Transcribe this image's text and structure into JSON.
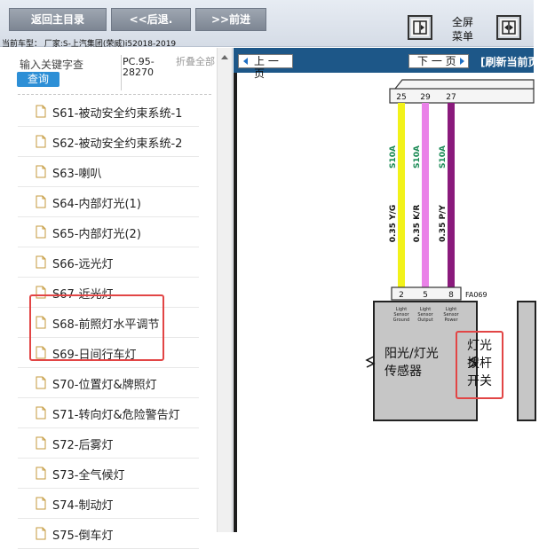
{
  "toolbar": {
    "back_main": "返回主目录",
    "back": "<<后退.",
    "forward": ">>前进",
    "fullscreen_line1": "全屏",
    "fullscreen_line2": "菜单"
  },
  "model_label": "当前车型： 厂家:S-上汽集团(荣威)i52018-2019",
  "search": {
    "label": "输入关键字查",
    "button": "查询",
    "code": "PC.95-28270",
    "collapse": "折叠全部"
  },
  "tree": [
    {
      "label": "S61-被动安全约束系统-1"
    },
    {
      "label": "S62-被动安全约束系统-2"
    },
    {
      "label": "S63-喇叭"
    },
    {
      "label": "S64-内部灯光(1)"
    },
    {
      "label": "S65-内部灯光(2)"
    },
    {
      "label": "S66-远光灯"
    },
    {
      "label": "S67-近光灯"
    },
    {
      "label": "S68-前照灯水平调节"
    },
    {
      "label": "S69-日间行车灯"
    },
    {
      "label": "S70-位置灯&牌照灯"
    },
    {
      "label": "S71-转向灯&危险警告灯"
    },
    {
      "label": "S72-后雾灯"
    },
    {
      "label": "S73-全气候灯"
    },
    {
      "label": "S74-制动灯"
    },
    {
      "label": "S75-倒车灯"
    }
  ],
  "viewer": {
    "prev": "上 一 页",
    "next": "下 一 页",
    "refresh": "[刷新当前页"
  },
  "diagram": {
    "top_pins": [
      "25",
      "29",
      "27"
    ],
    "wires": [
      {
        "label": "0.35 Y/G",
        "circuit": "S10A",
        "color": "#f2f21a"
      },
      {
        "label": "0.35 K/R",
        "circuit": "S10A",
        "color": "#ea82e8"
      },
      {
        "label": "0.35 P/Y",
        "circuit": "S10A",
        "color": "#8a1a7c"
      }
    ],
    "connector": "FA069",
    "bottom_pins": [
      "2",
      "5",
      "8"
    ],
    "pin_descs": [
      [
        "Light",
        "Sensor",
        "Ground"
      ],
      [
        "Light",
        "Sensor",
        "Output"
      ],
      [
        "Light",
        "Sensor",
        "Power"
      ]
    ],
    "sensor_line1": "阳光/灯光",
    "sensor_line2": "传感器",
    "switch_line1": "灯光",
    "switch_line2": "拨杆",
    "switch_line3": "开关"
  },
  "colors": {
    "accent_blue": "#1d5788",
    "query_button": "#2d8fd6",
    "highlight": "#e24545",
    "wire_yellow": "#f2f21a",
    "wire_pink": "#ea82e8",
    "wire_purple": "#8a1a7c",
    "circuit_green": "#1a8a55"
  },
  "icons": {
    "tree_item": "document-icon",
    "fullscreen_toggle": "panel-toggle-icon",
    "split_toggle": "split-view-icon"
  }
}
